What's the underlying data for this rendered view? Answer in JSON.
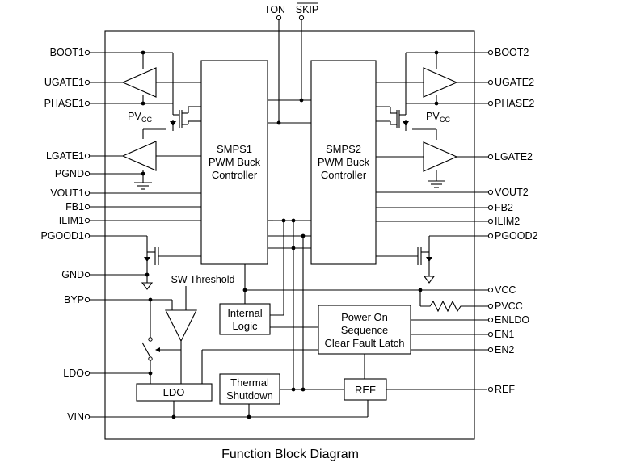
{
  "caption": "Function Block Diagram",
  "top_pins": {
    "ton": "TON",
    "skip": "SKIP"
  },
  "left_pins": [
    "BOOT1",
    "UGATE1",
    "PHASE1",
    "LGATE1",
    "PGND",
    "VOUT1",
    "FB1",
    "ILIM1",
    "PGOOD1",
    "GND",
    "BYP",
    "LDO",
    "VIN"
  ],
  "right_pins": [
    "BOOT2",
    "UGATE2",
    "PHASE2",
    "LGATE2",
    "VOUT2",
    "FB2",
    "ILIM2",
    "PGOOD2",
    "VCC",
    "PVCC",
    "ENLDO",
    "EN1",
    "EN2",
    "REF"
  ],
  "blocks": {
    "smps1": [
      "SMPS1",
      "PWM Buck",
      "Controller"
    ],
    "smps2": [
      "SMPS2",
      "PWM Buck",
      "Controller"
    ],
    "internal_logic": [
      "Internal",
      "Logic"
    ],
    "power_on": [
      "Power On",
      "Sequence",
      "Clear Fault Latch"
    ],
    "thermal": [
      "Thermal",
      "Shutdown"
    ],
    "ldo": "LDO",
    "ref": "REF"
  },
  "labels": {
    "pvcc_left": {
      "main": "PV",
      "sub": "CC"
    },
    "pvcc_right": {
      "main": "PV",
      "sub": "CC"
    },
    "sw_threshold": "SW Threshold"
  }
}
